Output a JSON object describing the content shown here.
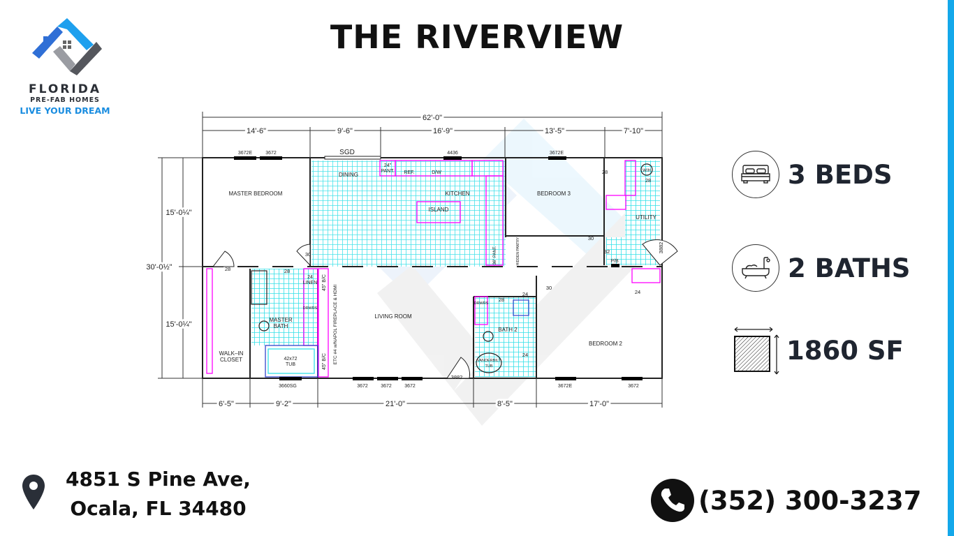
{
  "title": "THE RIVERVIEW",
  "logo": {
    "line1": "FLORIDA",
    "line2": "PRE-FAB HOMES",
    "tagline": "LIVE YOUR DREAM"
  },
  "stats": {
    "beds": "3 BEDS",
    "baths": "2 BATHS",
    "area": "1860 SF"
  },
  "address": {
    "line1": "4851 S Pine Ave,",
    "line2": "Ocala, FL 34480"
  },
  "phone": "(352) 300-3237",
  "colors": {
    "accent": "#14a8ea",
    "tile": "#33e0e8",
    "fixture": "#ff00ff",
    "text": "#1f2530"
  },
  "plan": {
    "dims_top": {
      "overall": "62'-0\"",
      "d1": "14'-6\"",
      "d2": "9'-6\"",
      "d3": "16'-9\"",
      "d4": "13'-5\"",
      "d5": "7'-10\""
    },
    "dims_bottom": {
      "d1": "6'-5\"",
      "d2": "9'-2\"",
      "d3": "21'-0\"",
      "d4": "8'-5\"",
      "d5": "17'-0\""
    },
    "dims_left": {
      "overall": "30'-0½\"",
      "upper": "15'-0¼\"",
      "lower": "15'-0¼\""
    },
    "rooms": {
      "master_bedroom": "MASTER BEDROOM",
      "dining": "DINING",
      "kitchen": "KITCHEN",
      "island": "ISLAND",
      "bedroom3": "BEDROOM 3",
      "utility": "UTILITY",
      "master_bath_1": "MASTER",
      "master_bath_2": "BATH",
      "walkin_1": "WALK–IN",
      "walkin_2": "CLOSET",
      "living": "LIVING ROOM",
      "bath2": "BATH 2",
      "bedroom2": "BEDROOM 2"
    },
    "fixtures": {
      "sgd": "SGD",
      "pant24_1": "24\"",
      "pant24_2": "PANT.",
      "ref": "REF.",
      "dw": "D/W",
      "wh": "W/H",
      "pb": "P/B",
      "pant36": "36\" PANT.",
      "hidden_pantry": "HIDDEN PANTRY",
      "linen_1": "24",
      "linen_2": "LINEN",
      "drwrs": "DRWRS",
      "bc": "45\" B/C",
      "fireplace": "ETC #4 w/NAPOL FIREPLACE & HDMI",
      "tub_1": "42x72",
      "tub_2": "TUB",
      "vtub_1": "VANDERBILT",
      "vtub_2": "TUB"
    },
    "windows": {
      "w1": "3672E",
      "w2": "3672",
      "w3": "4436",
      "w4": "3672E",
      "b1": "3660SG",
      "b2": "3672",
      "b3": "3672",
      "b4": "3672",
      "b5": "3672E",
      "b6": "3672"
    },
    "doors": {
      "d28a": "28",
      "d28b": "28",
      "d28c": "28",
      "d28d": "28",
      "d30a": "30",
      "d30b": "30",
      "d30c": "30",
      "d32": "32",
      "d3882a": "3882",
      "d3882b": "3882",
      "d24a": "24",
      "d24b": "24",
      "d24c": "24",
      "d28e": "28"
    }
  }
}
